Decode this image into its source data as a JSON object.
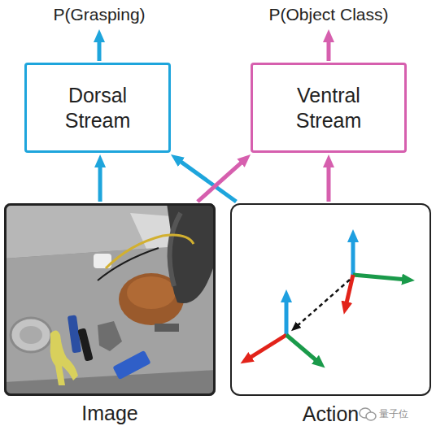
{
  "diagram": {
    "nodes": [
      {
        "text": [
          "Dorsal Stream"
        ]
      },
      {
        "text": [
          "Ventral Stream"
        ]
      },
      {
        "text": [
          "Image"
        ]
      },
      {
        "text": [
          "Action"
        ]
      }
    ],
    "edges": [
      {
        "from": 2,
        "to": 0,
        "arrow": "to"
      },
      {
        "from": 3,
        "to": 1,
        "arrow": "to"
      },
      {
        "from": 3,
        "to": 0,
        "arrow": "to"
      },
      {
        "from": 2,
        "to": 1,
        "arrow": "to"
      }
    ],
    "labels": [
      "P(Grasping)",
      "P(Object Class)",
      "量子位"
    ]
  }
}
